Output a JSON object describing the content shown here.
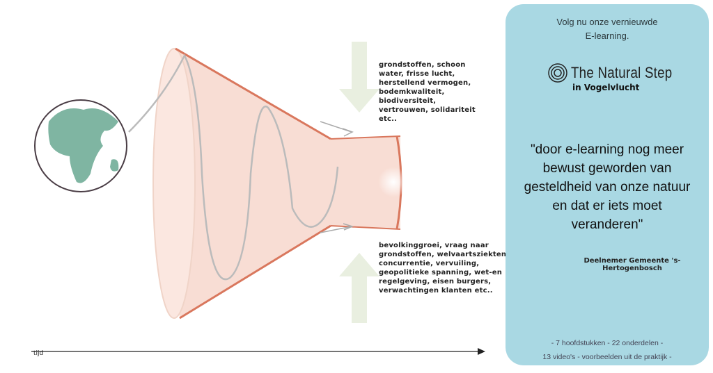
{
  "diagram": {
    "top_text": "grondstoffen, schoon\nwater, frisse lucht,\nherstellend vermogen,\nbodemkwaliteit,\nbiodiversiteit,\nvertrouwen, solidariteit\netc..",
    "bottom_text": "bevolkinggroei, vraag naar\ngrondstoffen, welvaartsziekten\nconcurrentie, vervuiling,\ngeopolitieke spanning, wet-en\nregelgeving, eisen burgers,\nverwachtingen klanten etc..",
    "axis_label": "tijd",
    "colors": {
      "funnel_fill": "#f7d9cf",
      "funnel_edge": "#d9775d",
      "arrow": "#e9efe0",
      "globe_land": "#7fb5a2"
    }
  },
  "panel": {
    "intro": "Volg nu onze vernieuwde\nE-learning.",
    "logo_text": "The Natural Step",
    "logo_sub": "in Vogelvlucht",
    "quote": "\"door e-learning nog meer bewust geworden van gesteldheid van onze natuur en dat er iets moet veranderen\"",
    "attribution": "Deelnemer Gemeente 's-Hertogenbosch",
    "facts": "- 7 hoofdstukken - 22 onderdelen -\n13 video's - voorbeelden uit de praktijk -",
    "background": "#a9d8e3"
  }
}
